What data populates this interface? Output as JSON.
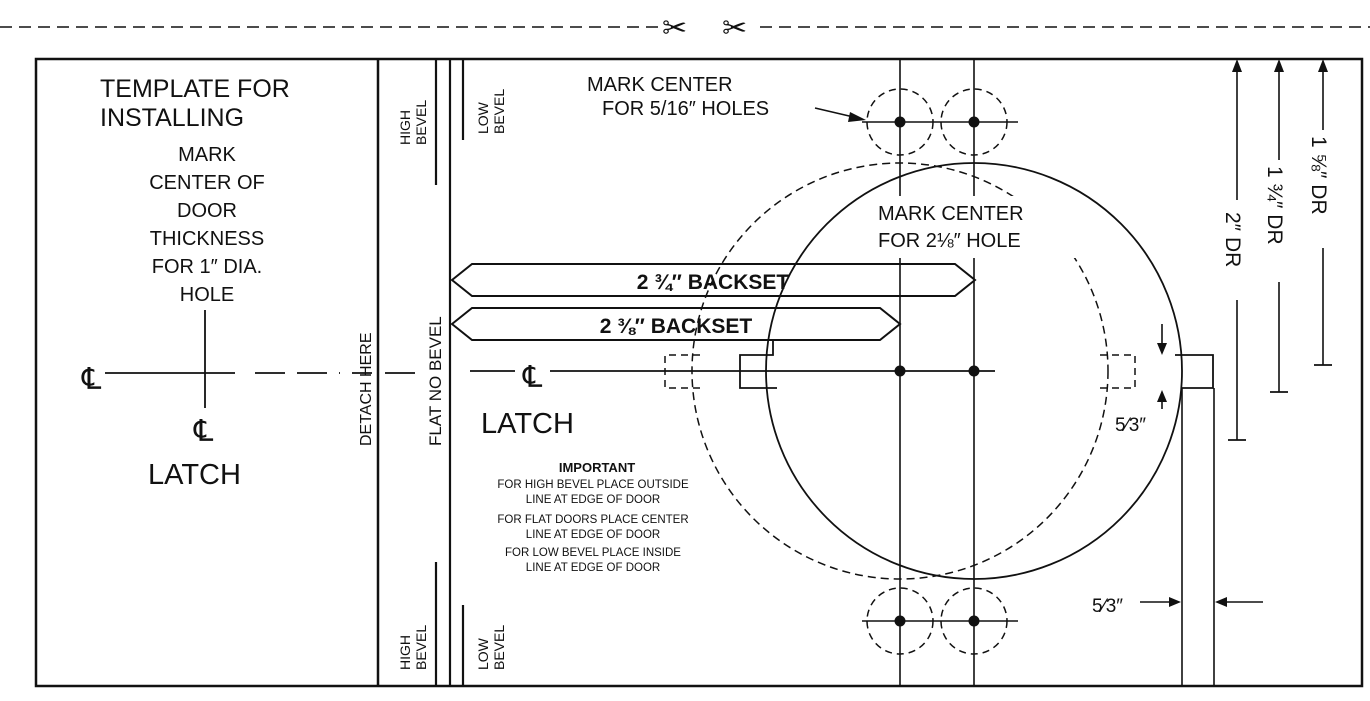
{
  "cut_line": {
    "scissors_glyph": "✂"
  },
  "left_panel": {
    "title_line1": "TEMPLATE FOR",
    "title_line2": "INSTALLING",
    "mark_lines": [
      "MARK",
      "CENTER OF",
      "DOOR",
      "THICKNESS",
      "FOR 1″ DIA.",
      "HOLE"
    ],
    "centerline_symbol": "℄",
    "latch_label": "LATCH"
  },
  "detach_label": "DETACH HERE",
  "bevel_labels": {
    "high_top": [
      "HIGH",
      "BEVEL"
    ],
    "low_top": [
      "LOW",
      "BEVEL"
    ],
    "high_bottom": [
      "HIGH",
      "BEVEL"
    ],
    "low_bottom": [
      "LOW",
      "BEVEL"
    ],
    "flat": "FLAT NO BEVEL"
  },
  "right_panel": {
    "mark_516_line1": "MARK CENTER",
    "mark_516_line2": "FOR 5/16″ HOLES",
    "mark_218_line1": "MARK CENTER",
    "mark_218_line2": "FOR 2⅛″ HOLE",
    "backset_234": "2 ¾″ BACKSET",
    "backset_238": "2 ⅜″ BACKSET",
    "centerline_symbol": "℄",
    "latch_label": "LATCH",
    "important_title": "IMPORTANT",
    "important_lines": [
      "FOR HIGH BEVEL PLACE OUTSIDE",
      "LINE AT EDGE OF DOOR",
      "FOR FLAT DOORS PLACE CENTER",
      "LINE AT EDGE OF DOOR",
      "FOR LOW BEVEL PLACE INSIDE",
      "LINE AT EDGE OF DOOR"
    ],
    "dim_532_a": "5⁄3″",
    "dim_532_b": "5⁄3″"
  },
  "door_dims": {
    "dr_2": "2″ DR",
    "dr_134": "1 ¾″ DR",
    "dr_158": "1 ⅝″ DR"
  }
}
